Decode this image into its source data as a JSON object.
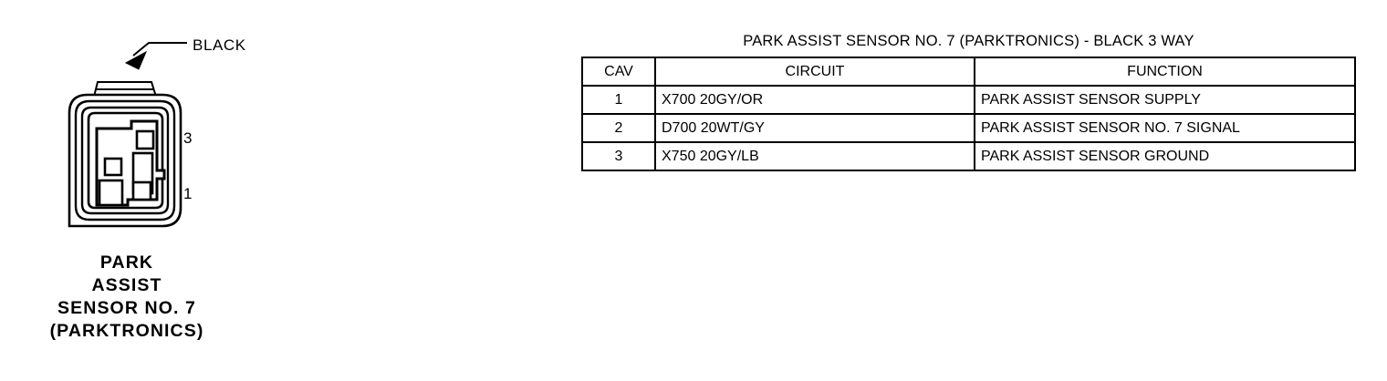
{
  "connector": {
    "callout": "BLACK",
    "pins": [
      {
        "id": "3",
        "label": "3"
      },
      {
        "id": "1",
        "label": "1"
      }
    ],
    "caption_lines": [
      "PARK",
      "ASSIST",
      "SENSOR NO. 7",
      "(PARKTRONICS)"
    ],
    "body_color": "#ffffff",
    "line_color": "#000000"
  },
  "table": {
    "title": "PARK ASSIST SENSOR NO. 7 (PARKTRONICS) - BLACK 3 WAY",
    "columns": [
      "CAV",
      "CIRCUIT",
      "FUNCTION"
    ],
    "rows": [
      {
        "cav": "1",
        "circuit": "X700  20GY/OR",
        "function": "PARK ASSIST SENSOR SUPPLY"
      },
      {
        "cav": "2",
        "circuit": "D700  20WT/GY",
        "function": "PARK ASSIST SENSOR NO. 7 SIGNAL"
      },
      {
        "cav": "3",
        "circuit": "X750  20GY/LB",
        "function": "PARK ASSIST SENSOR GROUND"
      }
    ]
  }
}
